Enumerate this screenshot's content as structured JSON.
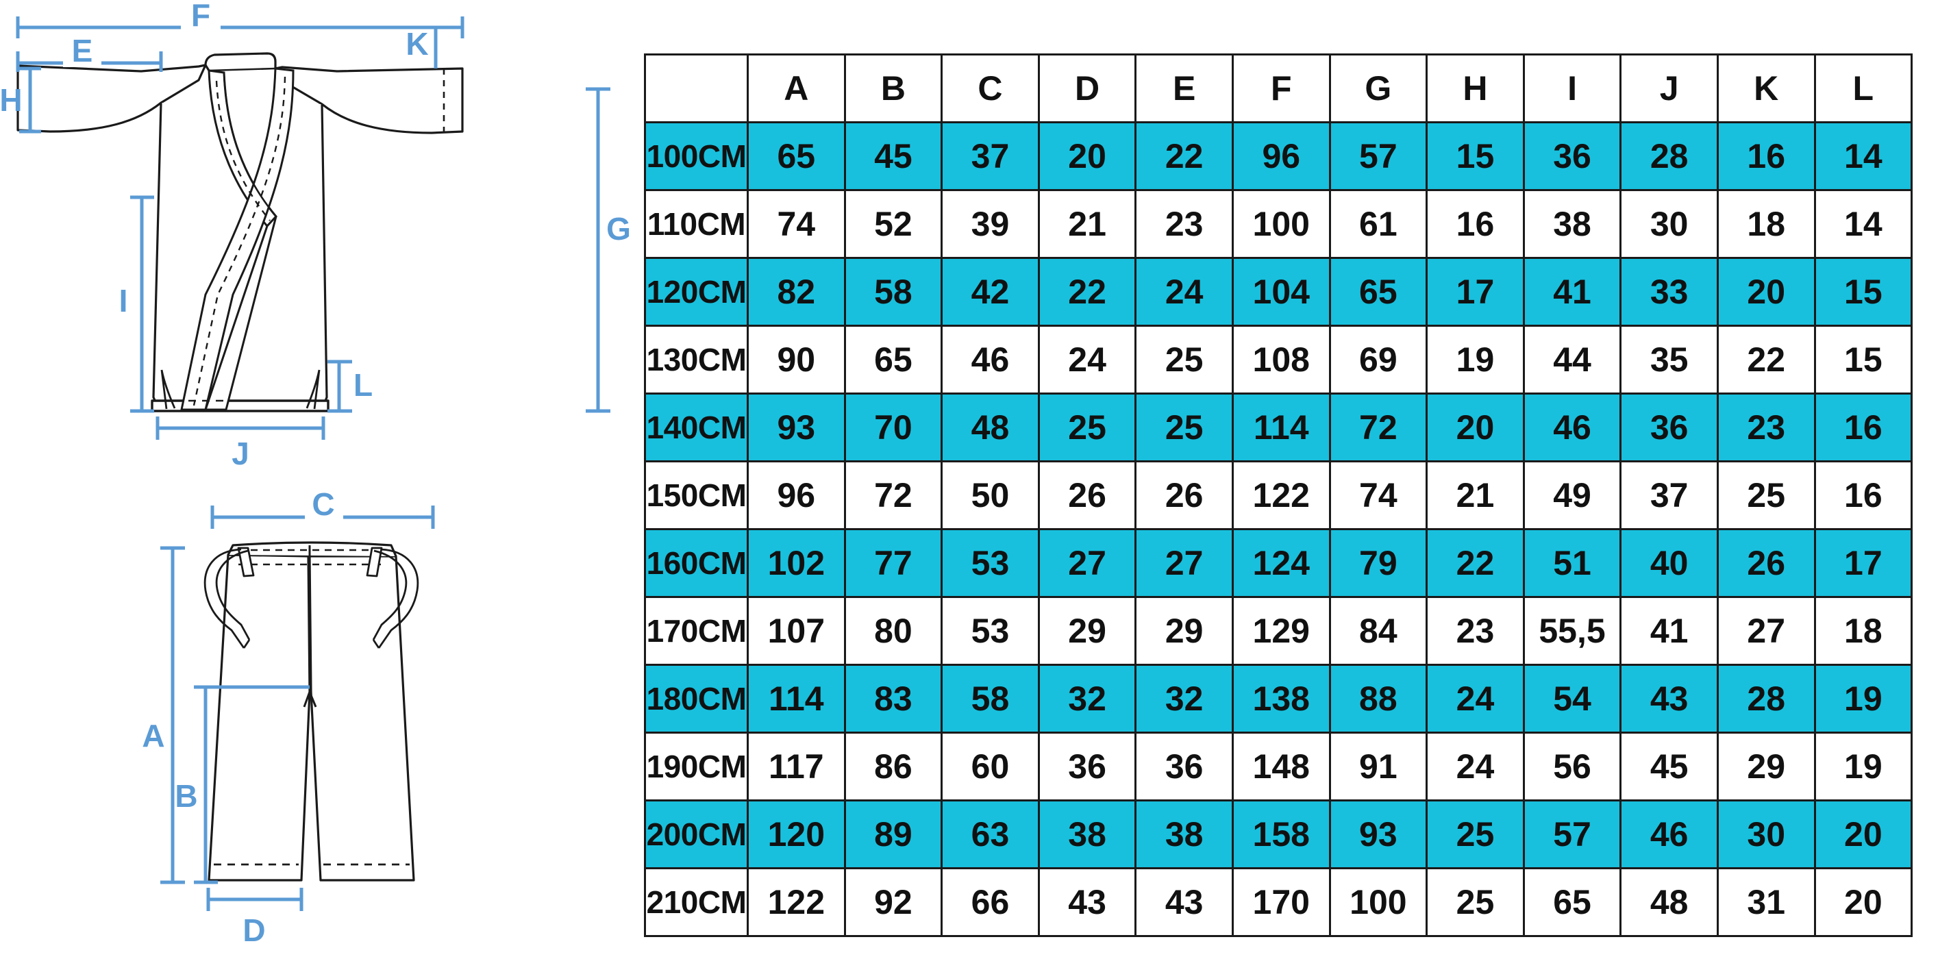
{
  "colors": {
    "accent_cyan": "#18c0dd",
    "dimension_blue": "#5b9bd5",
    "line_black": "#1a1a1a",
    "background": "#ffffff"
  },
  "diagram": {
    "jacket": {
      "name": "karate-gi-jacket",
      "dimension_labels": [
        "F",
        "E",
        "K",
        "H",
        "G",
        "I",
        "L",
        "J"
      ]
    },
    "pants": {
      "name": "karate-gi-pants",
      "dimension_labels": [
        "C",
        "A",
        "B",
        "D"
      ]
    },
    "labels": {
      "A": "A",
      "B": "B",
      "C": "C",
      "D": "D",
      "E": "E",
      "F": "F",
      "G": "G",
      "H": "H",
      "I": "I",
      "J": "J",
      "K": "K",
      "L": "L"
    }
  },
  "chart_data": {
    "type": "table",
    "title": "",
    "columns": [
      "",
      "A",
      "B",
      "C",
      "D",
      "E",
      "F",
      "G",
      "H",
      "I",
      "J",
      "K",
      "L"
    ],
    "row_header_label": "",
    "rows": [
      {
        "size": "100CM",
        "values": [
          "65",
          "45",
          "37",
          "20",
          "22",
          "96",
          "57",
          "15",
          "36",
          "28",
          "16",
          "14"
        ],
        "highlight": true
      },
      {
        "size": "110CM",
        "values": [
          "74",
          "52",
          "39",
          "21",
          "23",
          "100",
          "61",
          "16",
          "38",
          "30",
          "18",
          "14"
        ],
        "highlight": false
      },
      {
        "size": "120CM",
        "values": [
          "82",
          "58",
          "42",
          "22",
          "24",
          "104",
          "65",
          "17",
          "41",
          "33",
          "20",
          "15"
        ],
        "highlight": true
      },
      {
        "size": "130CM",
        "values": [
          "90",
          "65",
          "46",
          "24",
          "25",
          "108",
          "69",
          "19",
          "44",
          "35",
          "22",
          "15"
        ],
        "highlight": false
      },
      {
        "size": "140CM",
        "values": [
          "93",
          "70",
          "48",
          "25",
          "25",
          "114",
          "72",
          "20",
          "46",
          "36",
          "23",
          "16"
        ],
        "highlight": true
      },
      {
        "size": "150CM",
        "values": [
          "96",
          "72",
          "50",
          "26",
          "26",
          "122",
          "74",
          "21",
          "49",
          "37",
          "25",
          "16"
        ],
        "highlight": false
      },
      {
        "size": "160CM",
        "values": [
          "102",
          "77",
          "53",
          "27",
          "27",
          "124",
          "79",
          "22",
          "51",
          "40",
          "26",
          "17"
        ],
        "highlight": true
      },
      {
        "size": "170CM",
        "values": [
          "107",
          "80",
          "53",
          "29",
          "29",
          "129",
          "84",
          "23",
          "55,5",
          "41",
          "27",
          "18"
        ],
        "highlight": false
      },
      {
        "size": "180CM",
        "values": [
          "114",
          "83",
          "58",
          "32",
          "32",
          "138",
          "88",
          "24",
          "54",
          "43",
          "28",
          "19"
        ],
        "highlight": true
      },
      {
        "size": "190CM",
        "values": [
          "117",
          "86",
          "60",
          "36",
          "36",
          "148",
          "91",
          "24",
          "56",
          "45",
          "29",
          "19"
        ],
        "highlight": false
      },
      {
        "size": "200CM",
        "values": [
          "120",
          "89",
          "63",
          "38",
          "38",
          "158",
          "93",
          "25",
          "57",
          "46",
          "30",
          "20"
        ],
        "highlight": true
      },
      {
        "size": "210CM",
        "values": [
          "122",
          "92",
          "66",
          "43",
          "43",
          "170",
          "100",
          "25",
          "65",
          "48",
          "31",
          "20"
        ],
        "highlight": false
      }
    ]
  }
}
